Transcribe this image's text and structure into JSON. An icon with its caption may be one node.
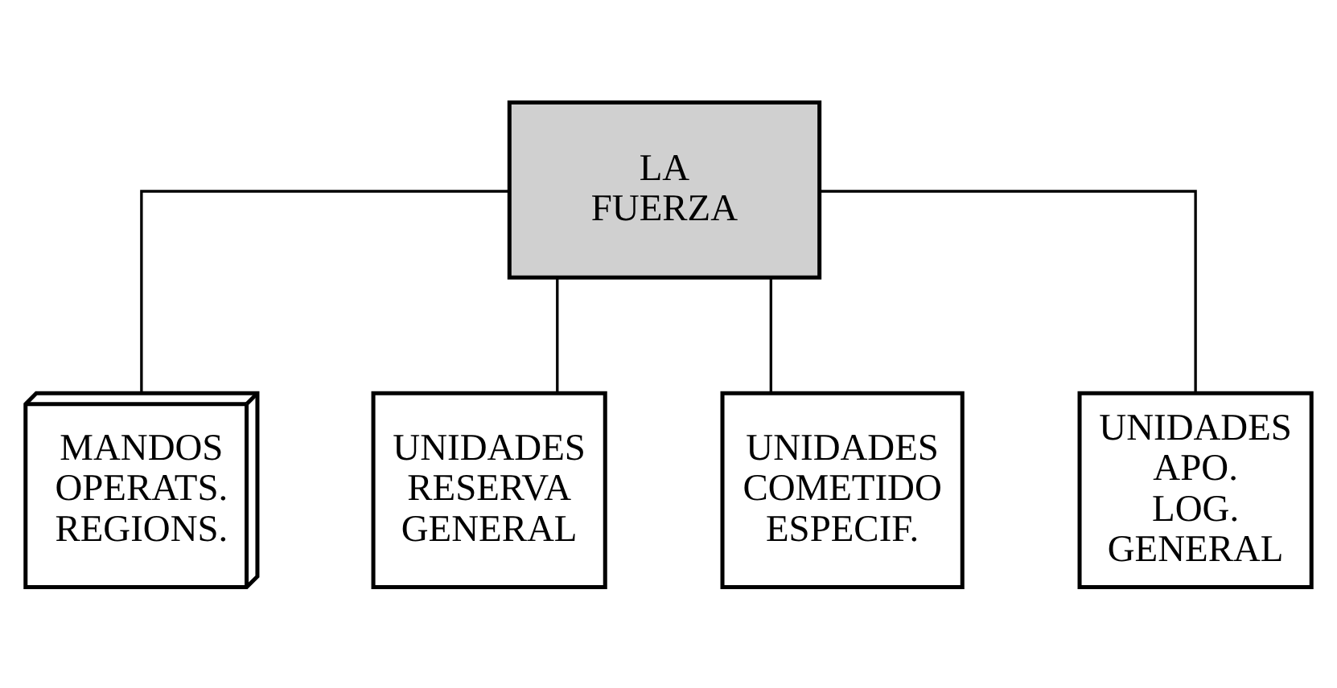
{
  "diagram": {
    "nodes": [
      {
        "text": [
          "LA FUERZA"
        ]
      },
      {
        "text": [
          "MANDOS OPERATS. REGIONS."
        ]
      },
      {
        "text": [
          "UNIDADES RESERVA GENERAL"
        ]
      },
      {
        "text": [
          "UNIDADES COMETIDO ESPECIF."
        ]
      },
      {
        "text": [
          "UNIDADES APO. LOG. GENERAL"
        ]
      }
    ],
    "edges": [
      {
        "from": 0,
        "to": 1,
        "arrow": "none"
      },
      {
        "from": 0,
        "to": 2,
        "arrow": "none"
      },
      {
        "from": 0,
        "to": 3,
        "arrow": "none"
      },
      {
        "from": 0,
        "to": 4,
        "arrow": "none"
      }
    ]
  }
}
